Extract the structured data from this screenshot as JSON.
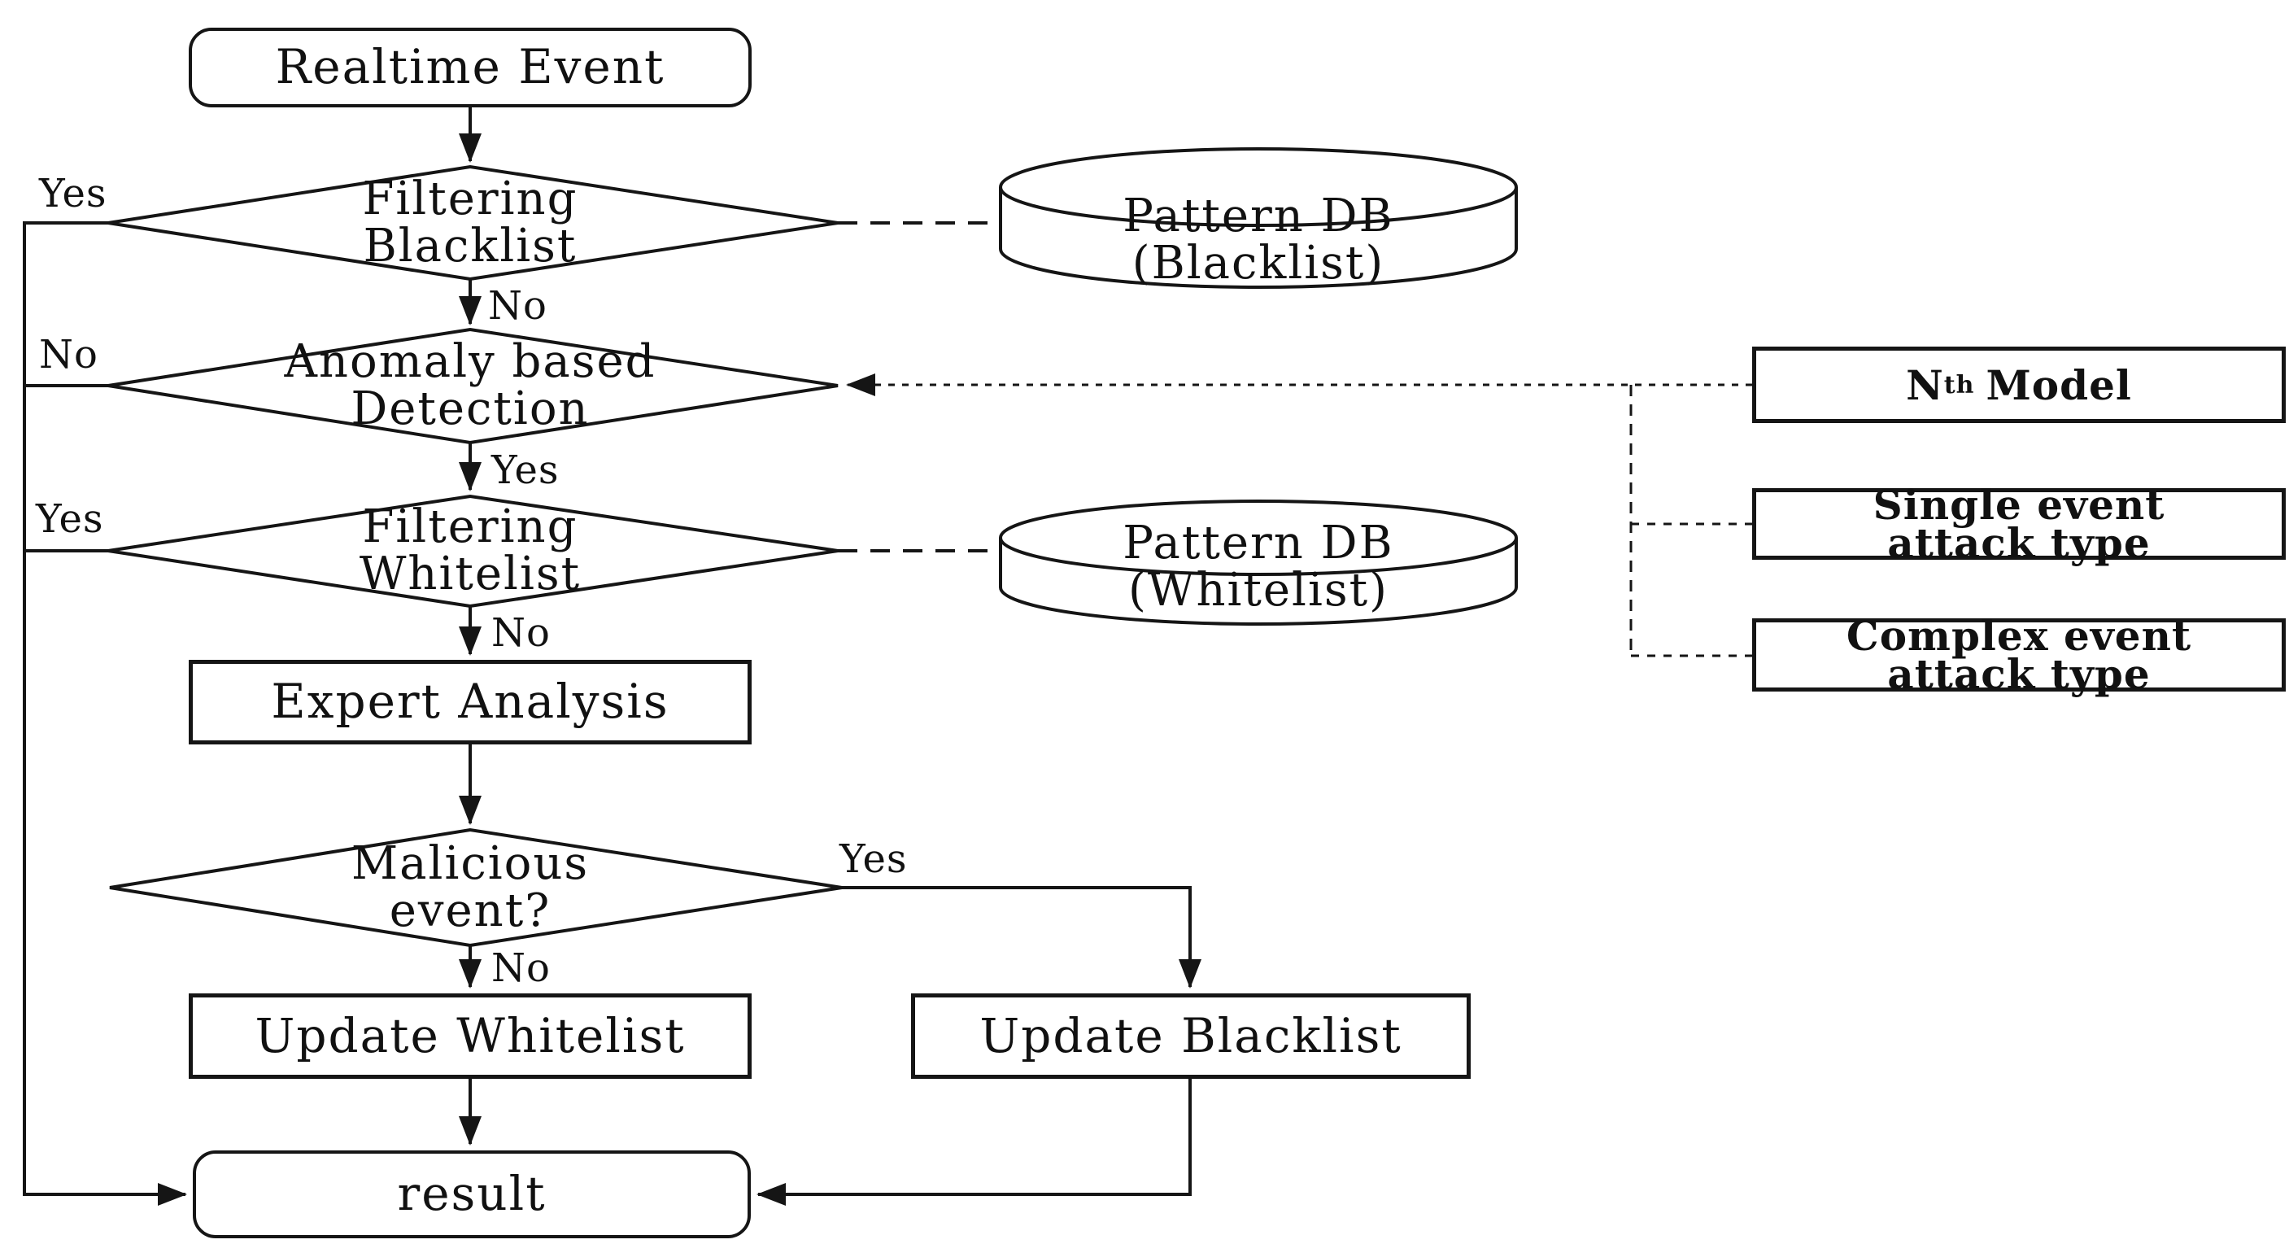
{
  "canvas": {
    "background": "#ffffff",
    "line_color": "#151515",
    "text_color": "#111111"
  },
  "nodes": {
    "realtime_event": {
      "label": "Realtime Event",
      "shape": "rounded-rect"
    },
    "filtering_blacklist": {
      "line1": "Filtering",
      "line2": "Blacklist",
      "shape": "diamond"
    },
    "pattern_db_blacklist": {
      "line1": "Pattern DB",
      "line2": "(Blacklist)",
      "shape": "cylinder"
    },
    "anomaly_detection": {
      "line1": "Anomaly based",
      "line2": "Detection",
      "shape": "diamond"
    },
    "filtering_whitelist": {
      "line1": "Filtering",
      "line2": "Whitelist",
      "shape": "diamond"
    },
    "pattern_db_whitelist": {
      "line1": "Pattern DB",
      "line2": "(Whitelist)",
      "shape": "cylinder"
    },
    "expert_analysis": {
      "label": "Expert Analysis",
      "shape": "rect"
    },
    "malicious_event": {
      "line1": "Malicious",
      "line2": "event?",
      "shape": "diamond"
    },
    "update_whitelist": {
      "label": "Update Whitelist",
      "shape": "rect"
    },
    "update_blacklist": {
      "label": "Update Blacklist",
      "shape": "rect"
    },
    "result": {
      "label": "result",
      "shape": "rounded-rect"
    },
    "nth_model": {
      "base": "N",
      "superscript": "th",
      "rest": "Model",
      "shape": "rect-bold"
    },
    "single_event_attack": {
      "line1": "Single event",
      "line2": "attack type",
      "shape": "rect-bold"
    },
    "complex_event_attack": {
      "line1": "Complex event",
      "line2": "attack type",
      "shape": "rect-bold"
    }
  },
  "edge_labels": {
    "blacklist_yes": "Yes",
    "blacklist_no": "No",
    "anomaly_no": "No",
    "anomaly_yes": "Yes",
    "whitelist_yes": "Yes",
    "whitelist_no": "No",
    "malicious_yes": "Yes",
    "malicious_no": "No"
  }
}
